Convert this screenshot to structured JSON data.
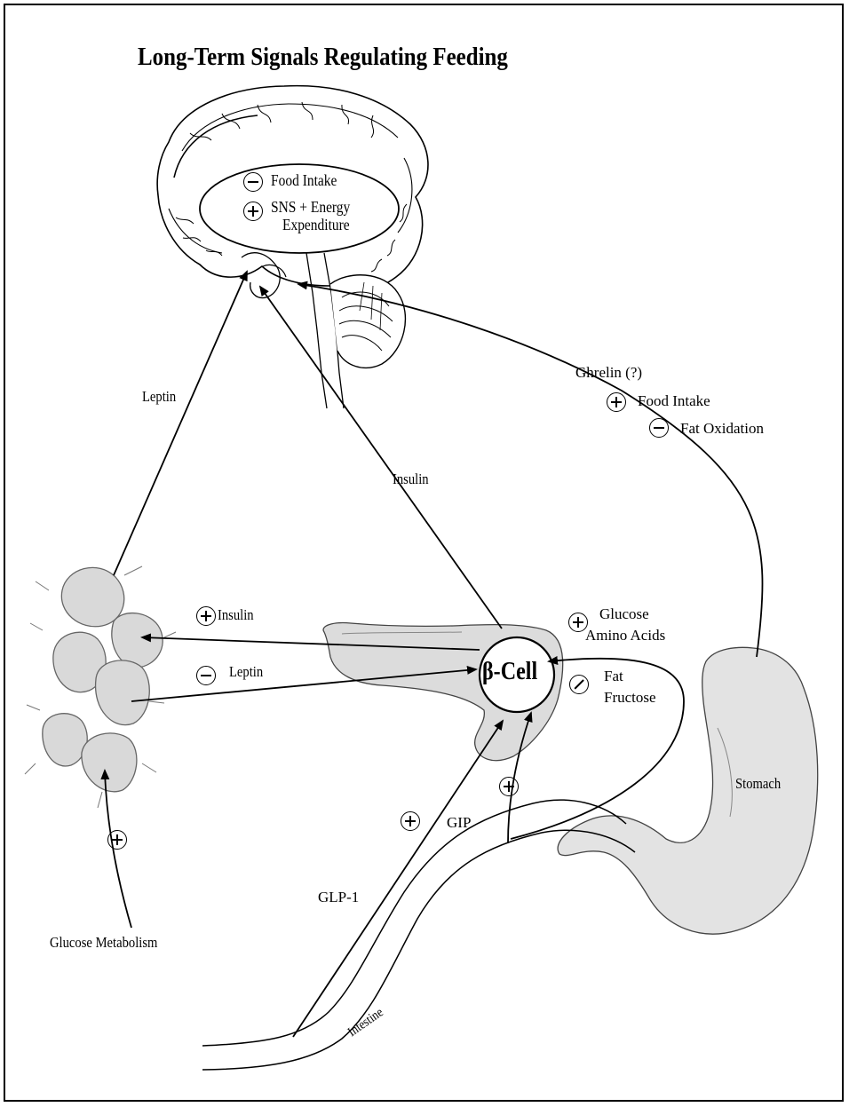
{
  "title": "Long-Term Signals Regulating Feeding",
  "brain_effects": {
    "line1": "Food Intake",
    "line2": "SNS + Energy",
    "line3": "Expenditure",
    "line1_sign": "minus",
    "line2_sign": "plus"
  },
  "signals": {
    "leptin": "Leptin",
    "insulin": "Insulin",
    "ghrelin": "Ghrelin (?)",
    "ghrelin_effect_1": "Food Intake",
    "ghrelin_effect_1_sign": "plus",
    "ghrelin_effect_2": "Fat Oxidation",
    "ghrelin_effect_2_sign": "minus",
    "adipose_insulin": "Insulin",
    "adipose_insulin_sign": "plus",
    "adipose_leptin": "Leptin",
    "adipose_leptin_sign": "minus",
    "glucose": "Glucose",
    "amino_acids": "Amino Acids",
    "nutrients_plus_sign": "plus",
    "fat": "Fat",
    "fructose": "Fructose",
    "nutrients_none_sign": "slash",
    "gip": "GIP",
    "gip_sign": "plus",
    "glp1": "GLP-1",
    "glp1_sign": "plus",
    "glucose_metabolism": "Glucose Metabolism",
    "glucose_metabolism_sign": "plus"
  },
  "organs": {
    "beta_cell": "β-Cell",
    "stomach": "Stomach",
    "intestine": "Intestine"
  },
  "colors": {
    "line": "#000000",
    "tissue": "#d9d9d9",
    "tissue_dark": "#9a9a9a",
    "background": "#ffffff"
  }
}
